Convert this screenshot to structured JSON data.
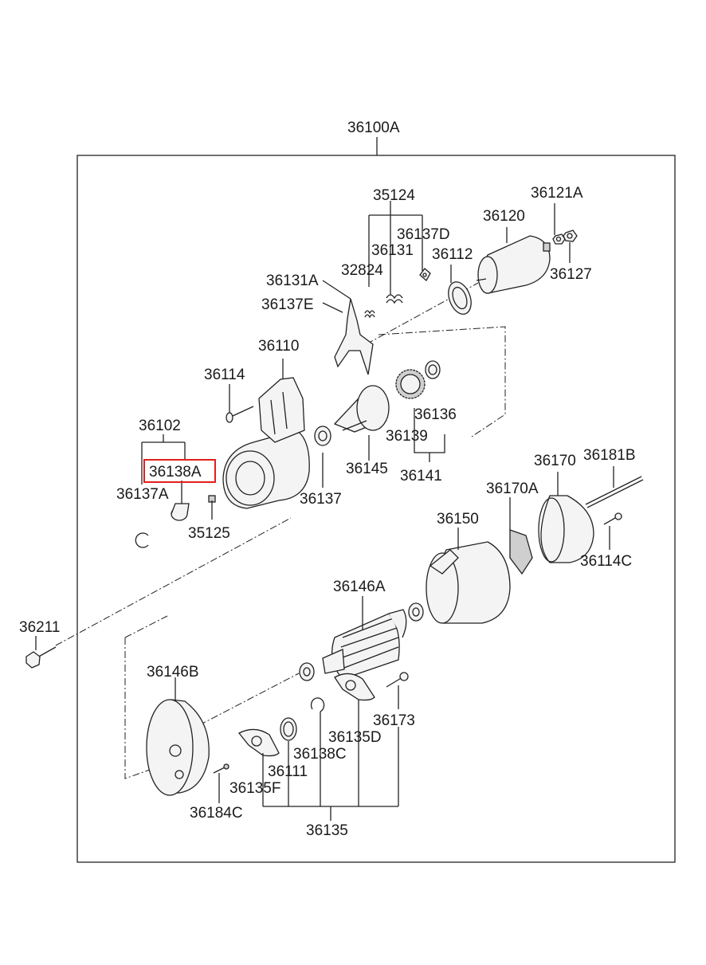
{
  "assembly_label": "36100A",
  "highlight": {
    "part": "36138A",
    "color": "#e2211c"
  },
  "labels": {
    "p35124": "35124",
    "p36121A": "36121A",
    "p36120": "36120",
    "p36137D": "36137D",
    "p36131": "36131",
    "p36112": "36112",
    "p32824": "32824",
    "p36127": "36127",
    "p36131A": "36131A",
    "p36137E": "36137E",
    "p36110": "36110",
    "p36114": "36114",
    "p36136": "36136",
    "p36102": "36102",
    "p36139": "36139",
    "p36138A": "36138A",
    "p36145": "36145",
    "p36141": "36141",
    "p36170": "36170",
    "p36181B": "36181B",
    "p36137A": "36137A",
    "p36137": "36137",
    "p36170A": "36170A",
    "p35125": "35125",
    "p36150": "36150",
    "p36114C": "36114C",
    "p36146A": "36146A",
    "p36211": "36211",
    "p36146B": "36146B",
    "p36173": "36173",
    "p36135D": "36135D",
    "p36138C": "36138C",
    "p36111": "36111",
    "p36135F": "36135F",
    "p36184C": "36184C",
    "p36135": "36135"
  }
}
